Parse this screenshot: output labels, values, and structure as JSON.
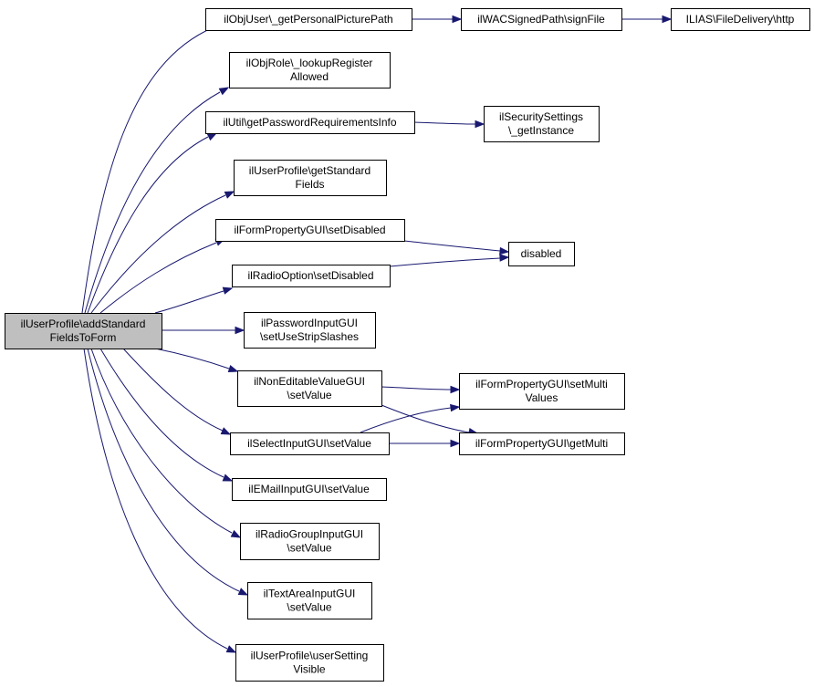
{
  "diagram": {
    "nodes": [
      {
        "id": "root",
        "lines": [
          "ilUserProfile\\addStandard",
          "FieldsToForm"
        ],
        "highlighted": true
      },
      {
        "id": "getPersonalPicturePath",
        "lines": [
          "ilObjUser\\_getPersonalPicturePath"
        ]
      },
      {
        "id": "signFile",
        "lines": [
          "ilWACSignedPath\\signFile"
        ]
      },
      {
        "id": "fileDeliveryHttp",
        "lines": [
          "ILIAS\\FileDelivery\\http"
        ]
      },
      {
        "id": "lookupRegisterAllowed",
        "lines": [
          "ilObjRole\\_lookupRegister",
          "Allowed"
        ]
      },
      {
        "id": "getPasswordRequirementsInfo",
        "lines": [
          "ilUtil\\getPasswordRequirementsInfo"
        ]
      },
      {
        "id": "securitySettingsGetInstance",
        "lines": [
          "ilSecuritySettings",
          "\\_getInstance"
        ]
      },
      {
        "id": "getStandardFields",
        "lines": [
          "ilUserProfile\\getStandard",
          "Fields"
        ]
      },
      {
        "id": "formPropertySetDisabled",
        "lines": [
          "ilFormPropertyGUI\\setDisabled"
        ]
      },
      {
        "id": "disabled",
        "lines": [
          "disabled"
        ]
      },
      {
        "id": "radioOptionSetDisabled",
        "lines": [
          "ilRadioOption\\setDisabled"
        ]
      },
      {
        "id": "passwordSetUseStripSlashes",
        "lines": [
          "ilPasswordInputGUI",
          "\\setUseStripSlashes"
        ]
      },
      {
        "id": "nonEditableSetValue",
        "lines": [
          "ilNonEditableValueGUI",
          "\\setValue"
        ]
      },
      {
        "id": "setMultiValues",
        "lines": [
          "ilFormPropertyGUI\\setMulti",
          "Values"
        ]
      },
      {
        "id": "selectInputSetValue",
        "lines": [
          "ilSelectInputGUI\\setValue"
        ]
      },
      {
        "id": "getMulti",
        "lines": [
          "ilFormPropertyGUI\\getMulti"
        ]
      },
      {
        "id": "emailSetValue",
        "lines": [
          "ilEMailInputGUI\\setValue"
        ]
      },
      {
        "id": "radioGroupSetValue",
        "lines": [
          "ilRadioGroupInputGUI",
          "\\setValue"
        ]
      },
      {
        "id": "textAreaSetValue",
        "lines": [
          "ilTextAreaInputGUI",
          "\\setValue"
        ]
      },
      {
        "id": "userSettingVisible",
        "lines": [
          "ilUserProfile\\userSetting",
          "Visible"
        ]
      }
    ],
    "edges": [
      {
        "from": "root",
        "to": "getPersonalPicturePath"
      },
      {
        "from": "getPersonalPicturePath",
        "to": "signFile"
      },
      {
        "from": "signFile",
        "to": "fileDeliveryHttp"
      },
      {
        "from": "root",
        "to": "lookupRegisterAllowed"
      },
      {
        "from": "root",
        "to": "getPasswordRequirementsInfo"
      },
      {
        "from": "getPasswordRequirementsInfo",
        "to": "securitySettingsGetInstance"
      },
      {
        "from": "root",
        "to": "getStandardFields"
      },
      {
        "from": "root",
        "to": "formPropertySetDisabled"
      },
      {
        "from": "formPropertySetDisabled",
        "to": "disabled"
      },
      {
        "from": "root",
        "to": "radioOptionSetDisabled"
      },
      {
        "from": "radioOptionSetDisabled",
        "to": "disabled"
      },
      {
        "from": "root",
        "to": "passwordSetUseStripSlashes"
      },
      {
        "from": "root",
        "to": "nonEditableSetValue"
      },
      {
        "from": "nonEditableSetValue",
        "to": "setMultiValues"
      },
      {
        "from": "nonEditableSetValue",
        "to": "getMulti"
      },
      {
        "from": "root",
        "to": "selectInputSetValue"
      },
      {
        "from": "selectInputSetValue",
        "to": "setMultiValues"
      },
      {
        "from": "selectInputSetValue",
        "to": "getMulti"
      },
      {
        "from": "root",
        "to": "emailSetValue"
      },
      {
        "from": "root",
        "to": "radioGroupSetValue"
      },
      {
        "from": "root",
        "to": "textAreaSetValue"
      },
      {
        "from": "root",
        "to": "userSettingVisible"
      }
    ],
    "colors": {
      "edge": "#191970",
      "node_fill": "#ffffff",
      "node_highlight_fill": "#bfbfbf",
      "node_stroke": "#000000"
    }
  }
}
